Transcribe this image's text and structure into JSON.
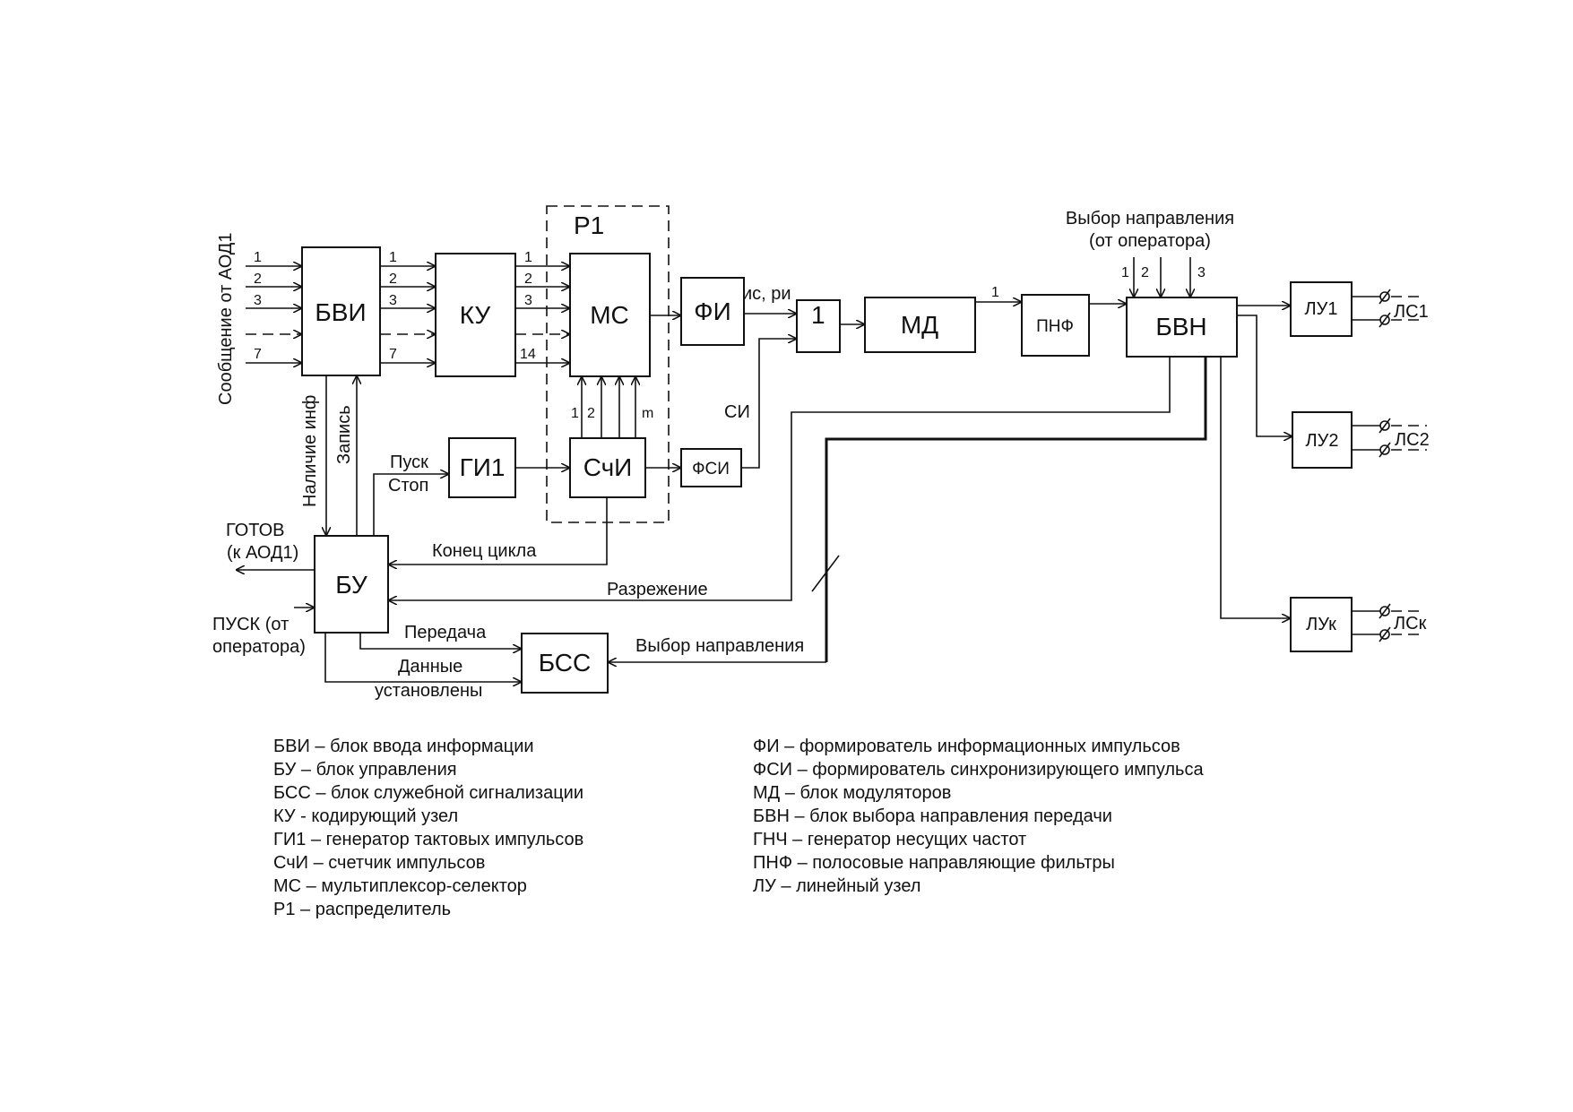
{
  "blocks": {
    "bvi": "БВИ",
    "ku": "КУ",
    "ms": "МС",
    "fi": "ФИ",
    "or": "1",
    "md": "МД",
    "pnf": "ПНФ",
    "bvn": "БВН",
    "lu1": "ЛУ1",
    "lu2": "ЛУ2",
    "luk": "ЛУк",
    "gi1": "ГИ1",
    "schi": "СчИ",
    "fsi": "ФСИ",
    "bu": "БУ",
    "bss": "БСС",
    "r1": "Р1"
  },
  "labels": {
    "source": "Сообщение от АОД1",
    "nalichie": "Наличие инф",
    "zapis": "Запись",
    "pusk": "Пуск",
    "stop": "Стоп",
    "konec": "Конец цикла",
    "razr": "Разрежение",
    "peredacha": "Передача",
    "dannye1": "Данные",
    "dannye2": "установлены",
    "vybor_bss": "Выбор направления",
    "gotov1": "ГОТОВ",
    "gotov2": "(к АОД1)",
    "pusk_op1": "ПУСК (от",
    "pusk_op2": "оператора)",
    "is_ri": "ис, ри",
    "si": "СИ",
    "vybor_top1": "Выбор направления",
    "vybor_top2": "(от оператора)",
    "ls1": "ЛС1",
    "ls2": "ЛС2",
    "lsk": "ЛСк"
  },
  "numbers": {
    "in1": "1",
    "in2": "2",
    "in3": "3",
    "in7": "7",
    "o1": "1",
    "o2": "2",
    "o3": "3",
    "o7": "7",
    "k1": "1",
    "k2": "2",
    "k3": "3",
    "k14": "14",
    "c1": "1",
    "c2": "2",
    "cm": "m",
    "md1": "1",
    "v1": "1",
    "v2": "2",
    "v3": "3"
  },
  "legend_left": [
    "БВИ – блок ввода информации",
    "БУ – блок управления",
    "БСС – блок служебной сигнализации",
    "КУ - кодирующий узел",
    "ГИ1 – генератор тактовых импульсов",
    "СчИ – счетчик импульсов",
    "МС – мультиплексор-селектор",
    "Р1 – распределитель"
  ],
  "legend_right": [
    "ФИ – формирователь информационных импульсов",
    "ФСИ – формирователь синхронизирующего импульса",
    "МД – блок модуляторов",
    "БВН – блок выбора направления передачи",
    "ГНЧ – генератор несущих частот",
    "ПНФ – полосовые направляющие фильтры",
    "ЛУ – линейный узел"
  ]
}
